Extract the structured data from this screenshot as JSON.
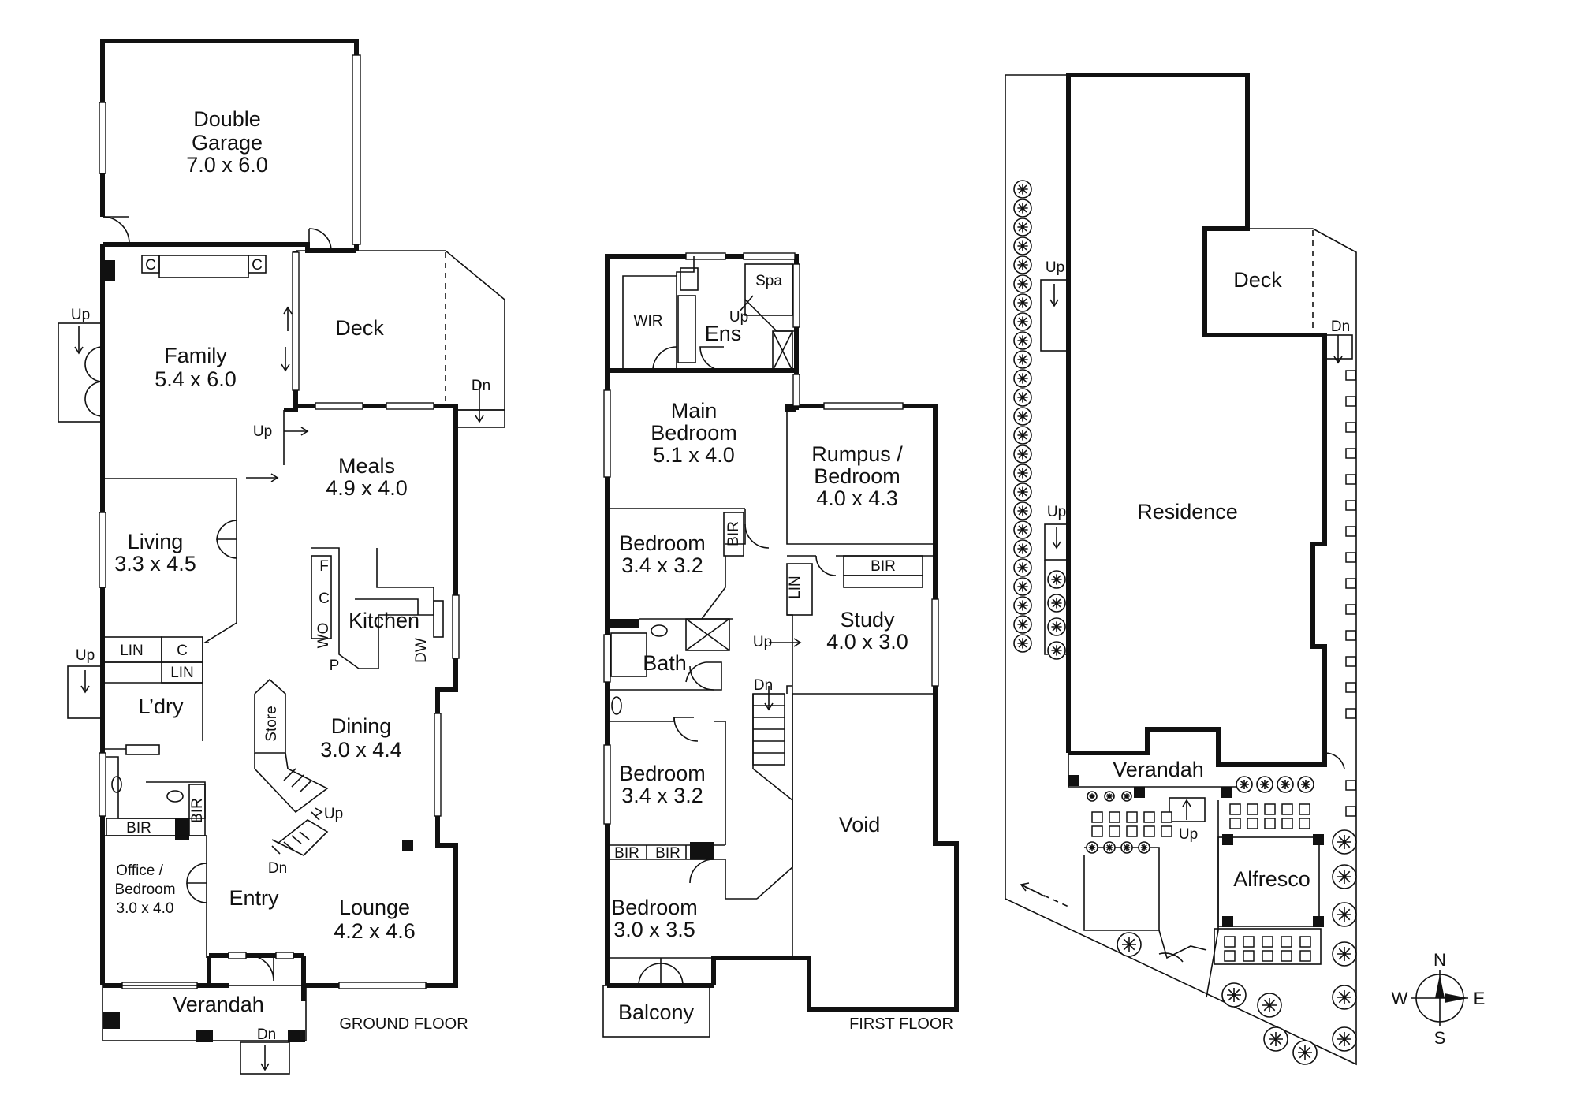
{
  "ground_floor": {
    "caption": "GROUND FLOOR",
    "rooms": {
      "garage": {
        "name_line1": "Double",
        "name_line2": "Garage",
        "dims": "7.0 x 6.0"
      },
      "family": {
        "name": "Family",
        "dims": "5.4 x 6.0"
      },
      "deck": {
        "name": "Deck"
      },
      "meals": {
        "name": "Meals",
        "dims": "4.9 x 4.0"
      },
      "living": {
        "name": "Living",
        "dims": "3.3 x 4.5"
      },
      "kitchen": {
        "name": "Kitchen"
      },
      "laundry": {
        "name": "L’dry"
      },
      "dining": {
        "name": "Dining",
        "dims": "3.0 x 4.4"
      },
      "store": {
        "name": "Store"
      },
      "office": {
        "name_line1": "Office /",
        "name_line2": "Bedroom",
        "dims": "3.0 x 4.0"
      },
      "entry": {
        "name": "Entry"
      },
      "lounge": {
        "name": "Lounge",
        "dims": "4.2 x 4.6"
      },
      "verandah": {
        "name": "Verandah"
      }
    },
    "labels": {
      "c": "C",
      "lin": "LIN",
      "bir": "BIR",
      "f": "F",
      "wo": "WO",
      "p": "P",
      "dw": "DW",
      "up": "Up",
      "dn": "Dn"
    }
  },
  "first_floor": {
    "caption": "FIRST FLOOR",
    "rooms": {
      "wir": {
        "name": "WIR"
      },
      "ens": {
        "name": "Ens"
      },
      "spa": {
        "name": "Spa"
      },
      "main_bedroom": {
        "name_line1": "Main",
        "name_line2": "Bedroom",
        "dims": "5.1 x 4.0"
      },
      "rumpus": {
        "name_line1": "Rumpus /",
        "name_line2": "Bedroom",
        "dims": "4.0 x 4.3"
      },
      "bedroom_a": {
        "name": "Bedroom",
        "dims": "3.4 x 3.2"
      },
      "study": {
        "name": "Study",
        "dims": "4.0 x 3.0"
      },
      "bath": {
        "name": "Bath"
      },
      "bedroom_b": {
        "name": "Bedroom",
        "dims": "3.4 x 3.2"
      },
      "void": {
        "name": "Void"
      },
      "bedroom_c": {
        "name": "Bedroom",
        "dims": "3.0 x 3.5"
      },
      "balcony": {
        "name": "Balcony"
      }
    },
    "labels": {
      "bir": "BIR",
      "lin": "LIN",
      "up": "Up",
      "dn": "Dn"
    }
  },
  "site": {
    "rooms": {
      "deck": {
        "name": "Deck"
      },
      "residence": {
        "name": "Residence"
      },
      "verandah": {
        "name": "Verandah"
      },
      "alfresco": {
        "name": "Alfresco"
      }
    },
    "labels": {
      "up": "Up",
      "dn": "Dn"
    },
    "compass": {
      "n": "N",
      "e": "E",
      "s": "S",
      "w": "W"
    }
  }
}
